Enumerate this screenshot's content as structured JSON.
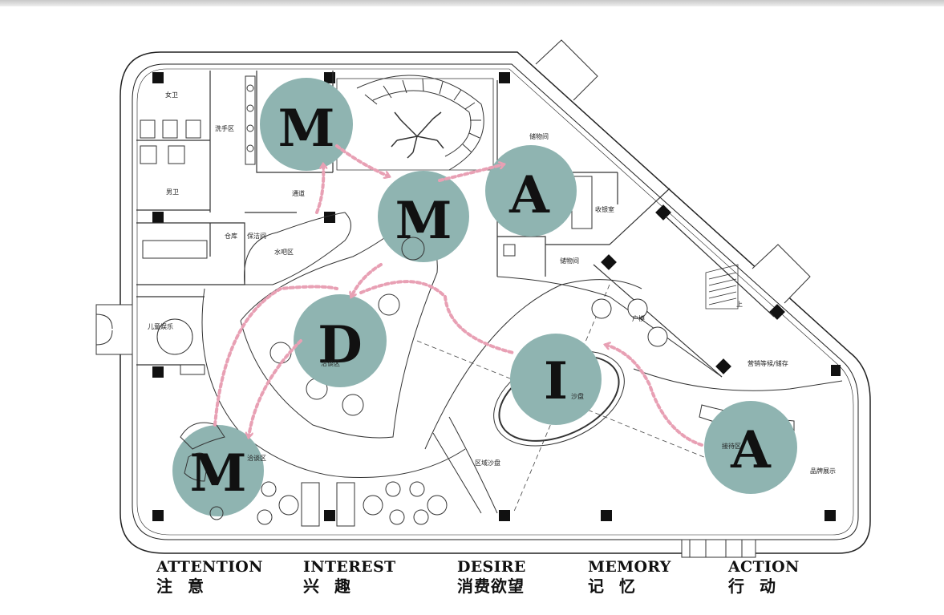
{
  "rooms": {
    "womens_toilet": "女卫",
    "mens_toilet": "男卫",
    "wash_area": "洗手区",
    "corridor": "通道",
    "warehouse": "仓库",
    "cleaning_room": "保洁间",
    "water_bar": "水吧区",
    "storage_top": "储物间",
    "cashier": "收银室",
    "storage_mid": "储物间",
    "kids_play": "儿童娱乐",
    "negotiation_a": "洽谈区",
    "negotiation_b": "洽谈区",
    "house_model": "户模",
    "sand_table": "沙盘",
    "regional_sand_table": "区域沙盘",
    "sales_waiting": "营销等候/储存",
    "stairs_up": "上",
    "reception": "接待区",
    "brand_display": "品牌展示"
  },
  "zones": [
    {
      "letter": "M"
    },
    {
      "letter": "M"
    },
    {
      "letter": "A"
    },
    {
      "letter": "D"
    },
    {
      "letter": "I"
    },
    {
      "letter": "M"
    },
    {
      "letter": "A"
    }
  ],
  "stages": [
    {
      "en": "ATTENTION",
      "zh": "注 意"
    },
    {
      "en": "INTEREST",
      "zh": "兴 趣"
    },
    {
      "en": "DESIRE",
      "zh": "消费欲望"
    },
    {
      "en": "MEMORY",
      "zh": "记 忆"
    },
    {
      "en": "ACTION",
      "zh": "行 动"
    }
  ],
  "colors": {
    "zone_fill": "#8fb4b1",
    "path_arrow": "#e8a0b4",
    "wall": "#222222"
  }
}
